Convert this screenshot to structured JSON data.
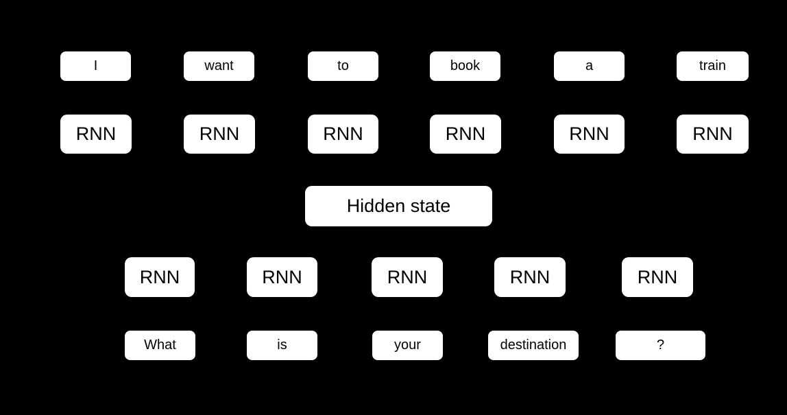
{
  "colors": {
    "background": "#000000",
    "box_fill": "#ffffff",
    "box_text": "#000000"
  },
  "encoder": {
    "inputs": [
      "I",
      "want",
      "to",
      "book",
      "a",
      "train"
    ],
    "rnn_units": [
      "RNN",
      "RNN",
      "RNN",
      "RNN",
      "RNN",
      "RNN"
    ]
  },
  "hidden_state": {
    "label": "Hidden state"
  },
  "decoder": {
    "rnn_units": [
      "RNN",
      "RNN",
      "RNN",
      "RNN",
      "RNN"
    ],
    "outputs": [
      "What",
      "is",
      "your",
      "destination",
      "?"
    ]
  }
}
